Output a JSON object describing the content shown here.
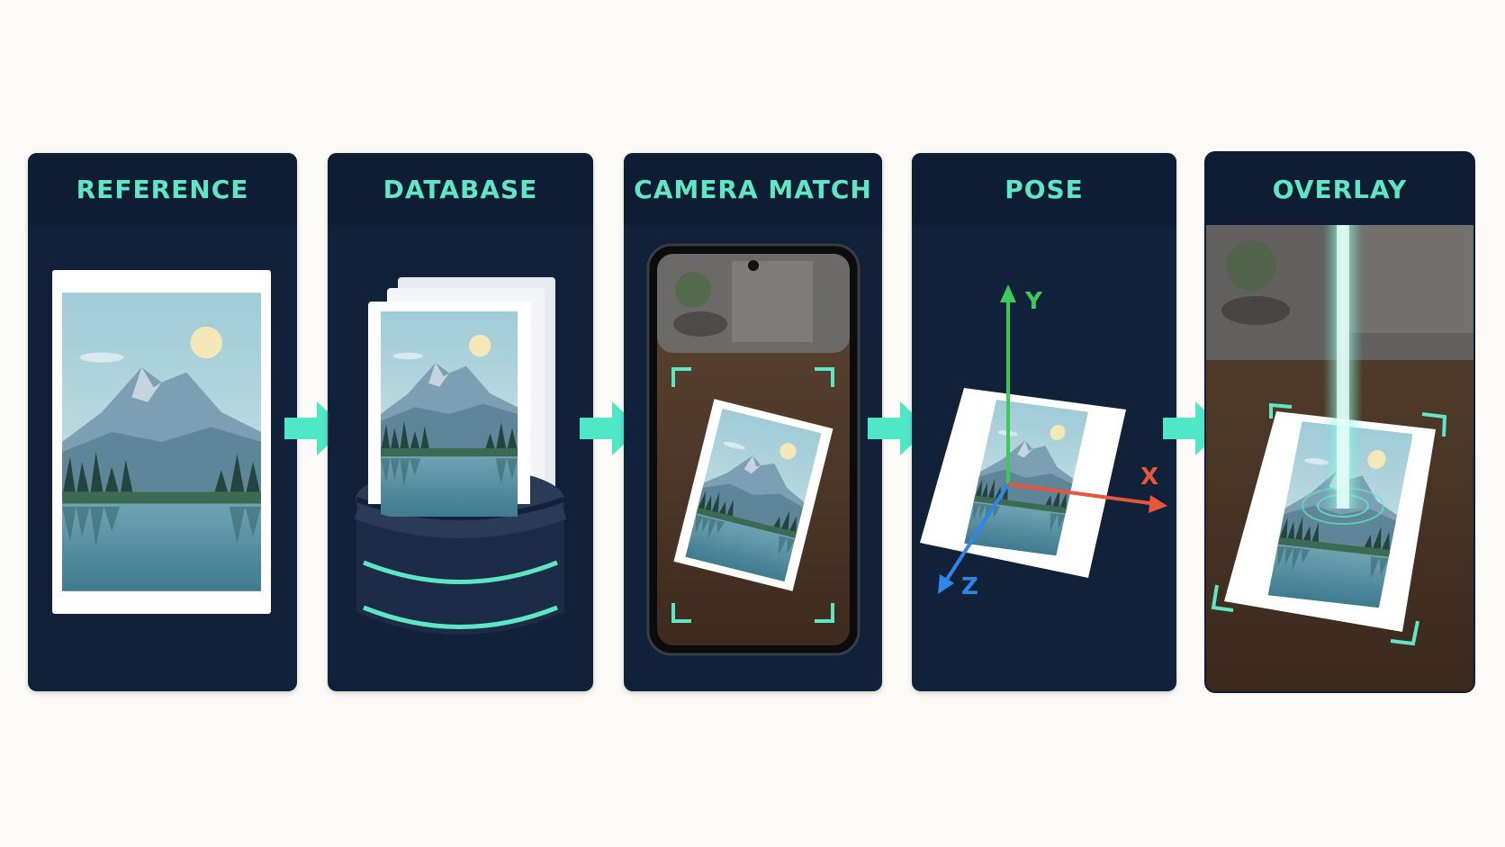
{
  "steps": [
    {
      "label": "REFERENCE"
    },
    {
      "label": "DATABASE"
    },
    {
      "label": "CAMERA MATCH"
    },
    {
      "label": "POSE"
    },
    {
      "label": "OVERLAY"
    }
  ],
  "axes": {
    "y": "Y",
    "x": "X",
    "z": "Z"
  },
  "colors": {
    "panel": "#11213a",
    "header": "#0e1d33",
    "accent": "#5fe6c4",
    "arrow": "#4ee8c6",
    "axis_x": "#e8553b",
    "axis_y": "#3ec95a",
    "axis_z": "#2f86e8"
  }
}
